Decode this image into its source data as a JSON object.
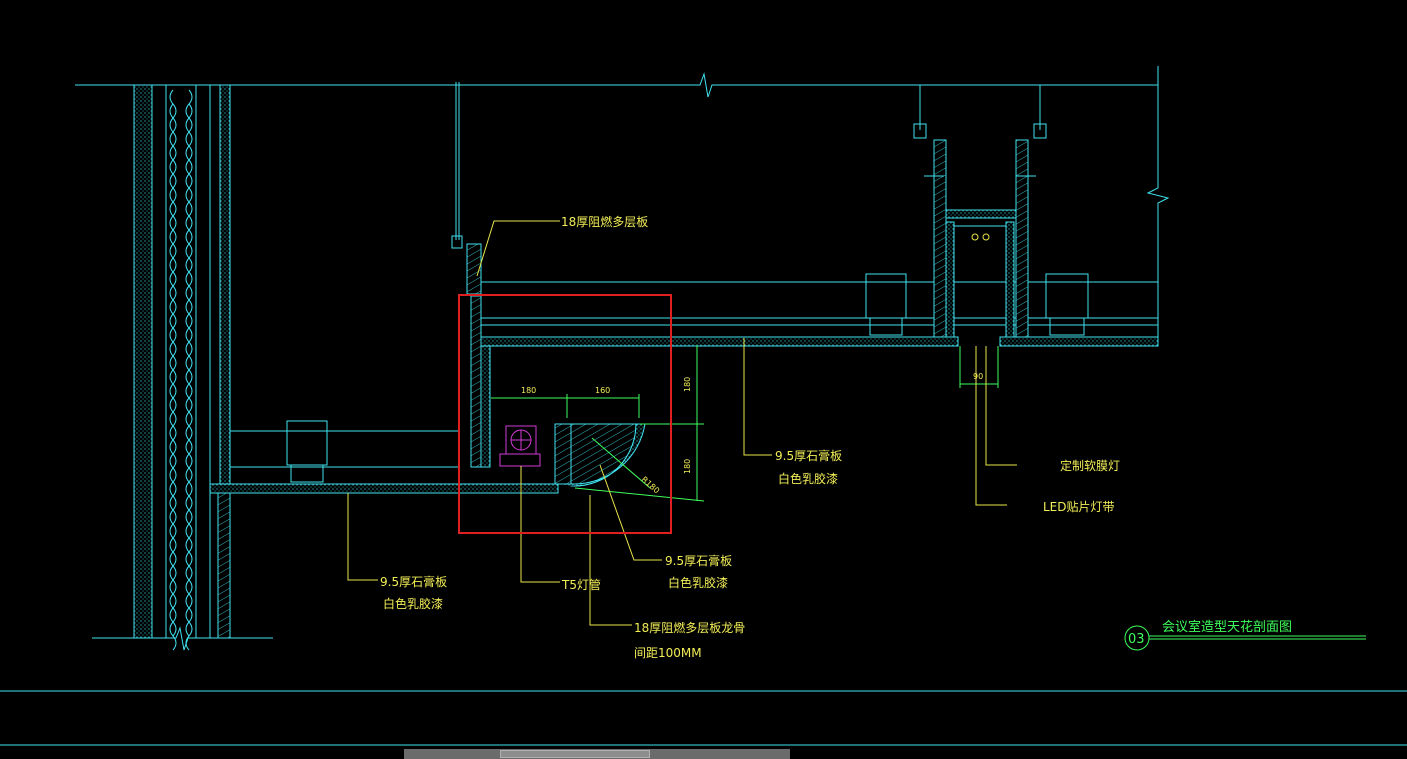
{
  "drawing": {
    "labels": {
      "board_18_top": "18厚阻燃多层板",
      "gypsum_right": "9.5厚石膏板",
      "paint_right": "白色乳胶漆",
      "gypsum_left": "9.5厚石膏板",
      "paint_left": "白色乳胶漆",
      "t5_tube": "T5灯管",
      "gypsum_curve": "9.5厚石膏板",
      "paint_curve": "白色乳胶漆",
      "keel": "18厚阻燃多层板龙骨",
      "spacing": "间距100MM",
      "soft_film_light": "定制软膜灯",
      "led_strip": "LED贴片灯带"
    },
    "dimensions": {
      "h1": "180",
      "h2": "160",
      "v1": "180",
      "v2": "180",
      "radius": "R180",
      "slot": "90"
    },
    "title": {
      "number": "03",
      "text": "会议室造型天花剖面图"
    },
    "colors": {
      "line": "#3fe3f0",
      "leader": "#e9e64a",
      "text": "#f2ee57",
      "highlight": "#e02020",
      "fixture": "#d23bd6",
      "title": "#3dff5b"
    }
  }
}
